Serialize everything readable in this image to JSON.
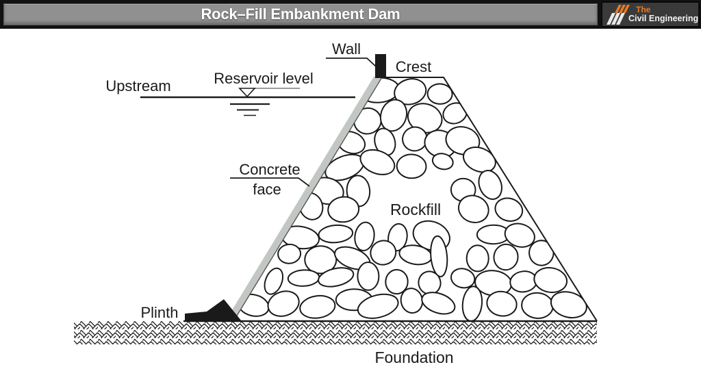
{
  "header": {
    "title": "Rock–Fill Embankment Dam",
    "logo": {
      "prefix": "The",
      "name": "Civil Engineering"
    }
  },
  "diagram": {
    "labels": {
      "wall": "Wall",
      "crest": "Crest",
      "upstream": "Upstream",
      "reservoir_level": "Reservoir level",
      "concrete_face_line1": "Concrete",
      "concrete_face_line2": "face",
      "rockfill": "Rockfill",
      "plinth": "Plinth",
      "foundation": "Foundation"
    }
  },
  "colors": {
    "canvas": "#ffffff",
    "frame": "#121212",
    "header_bar": "#909090",
    "header_text": "#ffffff",
    "logo_bg": "#3a3a3a",
    "logo_orange": "#e87b2a",
    "logo_white": "#f2f2f2",
    "ink": "#1a1a1a",
    "concrete_face": "#c3c7c3",
    "water_gray": "#9b9b9b"
  }
}
